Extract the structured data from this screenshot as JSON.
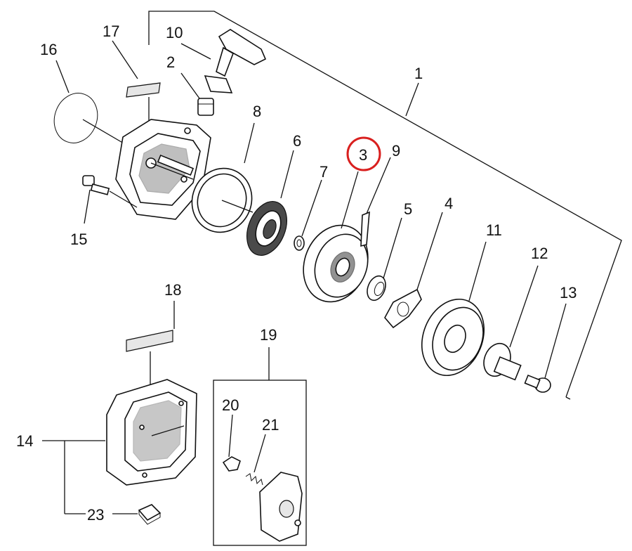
{
  "diagram": {
    "callouts": [
      {
        "id": "1",
        "label": "1"
      },
      {
        "id": "2",
        "label": "2"
      },
      {
        "id": "3",
        "label": "3"
      },
      {
        "id": "4",
        "label": "4"
      },
      {
        "id": "5",
        "label": "5"
      },
      {
        "id": "6",
        "label": "6"
      },
      {
        "id": "7",
        "label": "7"
      },
      {
        "id": "8",
        "label": "8"
      },
      {
        "id": "9",
        "label": "9"
      },
      {
        "id": "10",
        "label": "10"
      },
      {
        "id": "11",
        "label": "11"
      },
      {
        "id": "12",
        "label": "12"
      },
      {
        "id": "13",
        "label": "13"
      },
      {
        "id": "14",
        "label": "14"
      },
      {
        "id": "15",
        "label": "15"
      },
      {
        "id": "16",
        "label": "16"
      },
      {
        "id": "17",
        "label": "17"
      },
      {
        "id": "18",
        "label": "18"
      },
      {
        "id": "19",
        "label": "19"
      },
      {
        "id": "20",
        "label": "20"
      },
      {
        "id": "21",
        "label": "21"
      },
      {
        "id": "23",
        "label": "23"
      }
    ],
    "highlighted_callout": "3",
    "highlight_color": "#d9201f",
    "line_color": "#111111"
  }
}
